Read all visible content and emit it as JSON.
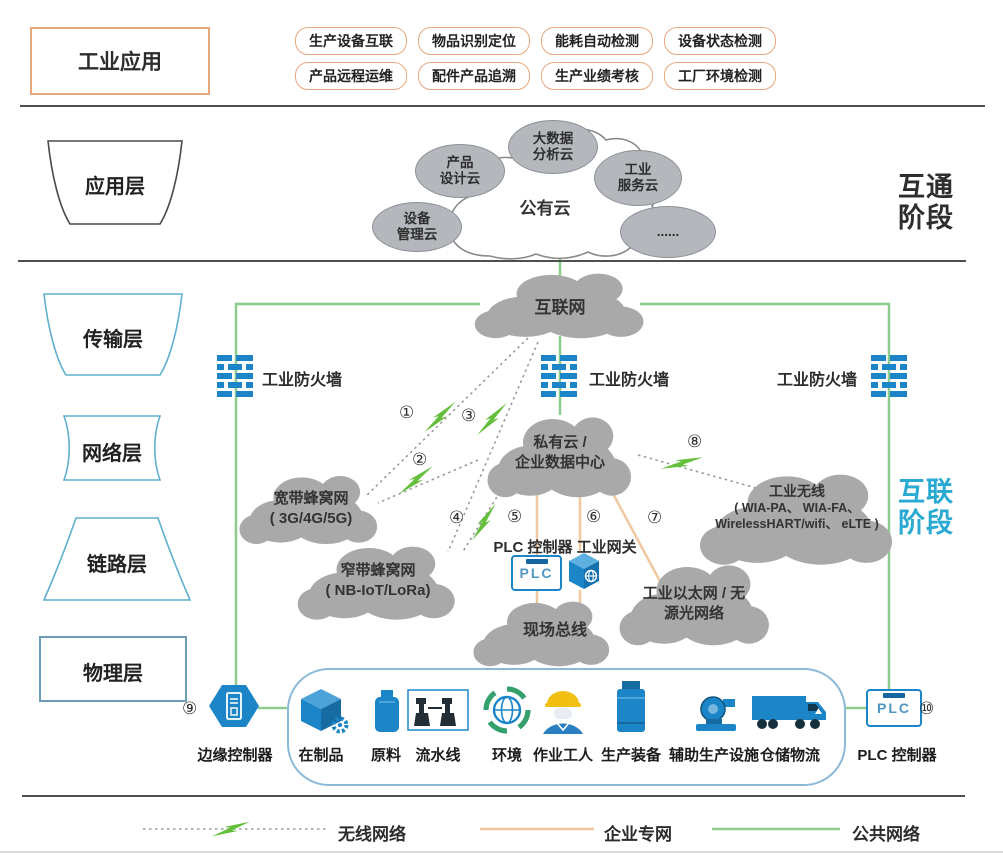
{
  "header": {
    "box_label": "工业应用",
    "pills": [
      [
        "生产设备互联",
        "物品识别定位",
        "能耗自动检测",
        "设备状态检测"
      ],
      [
        "产品远程运维",
        "配件产品追溯",
        "生产业绩考核",
        "工厂环境检测"
      ]
    ]
  },
  "stages": {
    "interop": [
      "互通",
      "阶段"
    ],
    "interconnect": [
      "互联",
      "阶段"
    ]
  },
  "layers": [
    "应用层",
    "传输层",
    "网络层",
    "链路层",
    "物理层"
  ],
  "app_cloud": {
    "public": "公有云",
    "bubbles": [
      [
        "产品",
        "设计云"
      ],
      [
        "大数据",
        "分析云"
      ],
      [
        "工业",
        "服务云"
      ],
      [
        "设备",
        "管理云"
      ],
      [
        "......"
      ]
    ]
  },
  "network": {
    "internet": "互联网",
    "firewall": "工业防火墙",
    "private_cloud": [
      "私有云 /",
      "企业数据中心"
    ],
    "broadband": [
      "宽带蜂窝网",
      "( 3G/4G/5G)"
    ],
    "narrowband": [
      "窄带蜂窝网",
      "( NB-IoT/LoRa)"
    ],
    "industrial_wireless": [
      "工业无线",
      "( WIA-PA、 WIA-FA、",
      "WirelessHART/wifi、 eLTE )"
    ],
    "ethernet_pon": [
      "工业以太网 / 无",
      "源光网络"
    ],
    "fieldbus": "现场总线",
    "plc_gateway_label": "PLC 控制器 工业网关",
    "plc_text": "PLC"
  },
  "numbers": [
    "①",
    "②",
    "③",
    "④",
    "⑤",
    "⑥",
    "⑦",
    "⑧",
    "⑨",
    "⑩"
  ],
  "devices": {
    "edge_label": "边缘控制器",
    "items": [
      "在制品",
      "原料",
      "流水线",
      "环境",
      "作业工人",
      "生产装备",
      "辅助生产设施",
      "仓储物流"
    ],
    "plc_label": "PLC 控制器",
    "plc_text": "PLC"
  },
  "legend": {
    "wireless": "无线网络",
    "enterprise": "企业专网",
    "public": "公共网络"
  },
  "colors": {
    "accent_orange": "#e8a87e",
    "line_green": "#8ecb8e",
    "line_orange": "#f0c8a0",
    "bolt_green": "#63bf3c",
    "icon_blue": "#1b85c8",
    "cloud_gray": "#a9a9a9",
    "stage_blue": "#2aa9d2"
  }
}
